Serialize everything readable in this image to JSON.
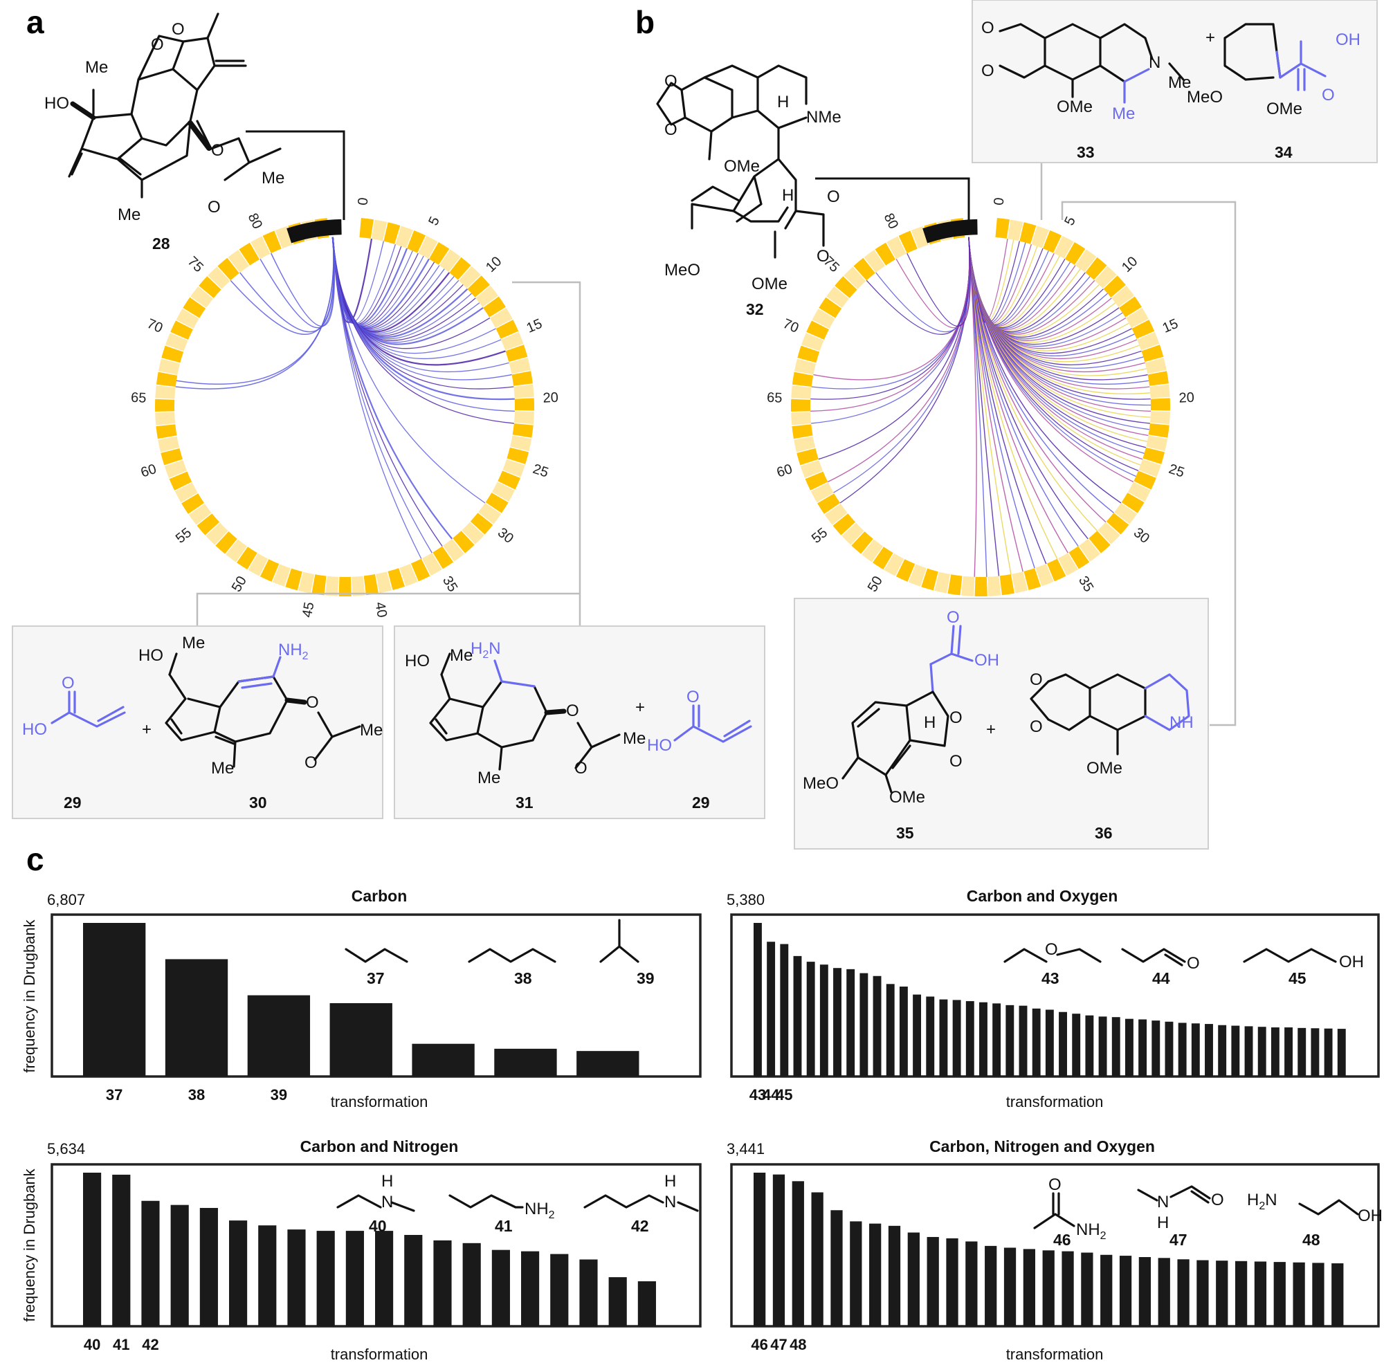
{
  "panels": {
    "a": "a",
    "b": "b",
    "c": "c"
  },
  "colors": {
    "gold": "#ffc200",
    "gold_light": "#ffe7a6",
    "purple": "#4b1fa8",
    "blue_purple": "#5b5be0",
    "magenta": "#b04aa0",
    "yellow_arc": "#e8d24a",
    "highlight": "#6b6bf0"
  },
  "circos": {
    "a": {
      "tick_labels": [
        "0",
        "5",
        "10",
        "15",
        "20",
        "25",
        "30",
        "35",
        "40",
        "45",
        "50",
        "55",
        "60",
        "65",
        "70",
        "75",
        "80"
      ]
    },
    "b": {
      "tick_labels": [
        "0",
        "5",
        "10",
        "15",
        "20",
        "25",
        "30",
        "35",
        "40",
        "45",
        "50",
        "55",
        "60",
        "65",
        "70",
        "75",
        "80"
      ]
    }
  },
  "molecules": {
    "m28": {
      "id": "28",
      "texts": {
        "ho": "HO",
        "me1": "Me",
        "o_ring": "O",
        "o_carbonyl": "O",
        "o_ester": "O",
        "o_acyl": "O",
        "me2": "Me",
        "me3": "Me"
      }
    },
    "m29a": {
      "id": "29",
      "texts": {
        "o": "O",
        "ho": "HO"
      }
    },
    "m30": {
      "id": "30",
      "texts": {
        "ho": "HO",
        "me1": "Me",
        "nh2": "NH",
        "nh2sub": "2",
        "o_ester": "O",
        "o_acyl": "O",
        "me2": "Me",
        "me3": "Me"
      },
      "plus": "+"
    },
    "m31": {
      "id": "31",
      "texts": {
        "ho": "HO",
        "me1": "Me",
        "h2n": "H",
        "h2nsub": "2",
        "h2nN": "N",
        "o_ester": "O",
        "o_acyl": "O",
        "me2": "Me",
        "me3": "Me"
      },
      "plus": "+"
    },
    "m29b": {
      "id": "29",
      "texts": {
        "o": "O",
        "ho": "HO"
      }
    },
    "m32": {
      "id": "32",
      "texts": {
        "o1": "O",
        "o2": "O",
        "ome1": "OMe",
        "nme": "NMe",
        "h1": "H",
        "h2": "H",
        "o_ring": "O",
        "o_carbonyl": "O",
        "meo": "MeO",
        "ome2": "OMe"
      }
    },
    "m33": {
      "id": "33",
      "texts": {
        "o1": "O",
        "o2": "O",
        "n": "N",
        "me": "Me",
        "ome": "OMe",
        "me_blue": "Me"
      },
      "plus": "+"
    },
    "m34": {
      "id": "34",
      "texts": {
        "oh": "OH",
        "o": "O",
        "meo": "MeO",
        "ome": "OMe"
      }
    },
    "m35": {
      "id": "35",
      "texts": {
        "o_acid": "O",
        "oh": "OH",
        "o_ring": "O",
        "h": "H",
        "o_carbonyl": "O",
        "meo": "MeO",
        "ome": "OMe"
      },
      "plus": "+"
    },
    "m36": {
      "id": "36",
      "texts": {
        "o1": "O",
        "o2": "O",
        "nh": "NH",
        "ome": "OMe"
      }
    }
  },
  "chart_data": [
    {
      "type": "bar",
      "title": "Carbon",
      "ymax_label": "6,807",
      "ylabel": "frequency in Drugbank",
      "xlabel": "transformation",
      "ylim": [
        0,
        6807
      ],
      "values": [
        6807,
        5200,
        3600,
        3250,
        1450,
        1230,
        1130
      ],
      "bar_labels": {
        "0": "37",
        "1": "38",
        "2": "39"
      },
      "structures": [
        {
          "id": "37"
        },
        {
          "id": "38"
        },
        {
          "id": "39"
        }
      ]
    },
    {
      "type": "bar",
      "title": "Carbon and Oxygen",
      "ymax_label": "5,380",
      "ylabel": "",
      "xlabel": "transformation",
      "ylim": [
        0,
        5380
      ],
      "values": [
        5380,
        4720,
        4640,
        4220,
        4020,
        3920,
        3800,
        3760,
        3620,
        3520,
        3240,
        3150,
        2870,
        2800,
        2700,
        2680,
        2640,
        2600,
        2560,
        2500,
        2480,
        2380,
        2340,
        2260,
        2200,
        2140,
        2100,
        2080,
        2020,
        2000,
        1960,
        1920,
        1880,
        1860,
        1840,
        1800,
        1780,
        1760,
        1740,
        1720,
        1720,
        1700,
        1690,
        1680,
        1670
      ],
      "bar_labels": {
        "0": "43",
        "1": "44",
        "2": "45"
      },
      "structures": [
        {
          "id": "43",
          "texts": {
            "o": "O"
          }
        },
        {
          "id": "44",
          "texts": {
            "o": "O"
          }
        },
        {
          "id": "45",
          "texts": {
            "oh": "OH"
          }
        }
      ]
    },
    {
      "type": "bar",
      "title": "Carbon and Nitrogen",
      "ymax_label": "5,634",
      "ylabel": "frequency in Drugbank",
      "xlabel": "transformation",
      "ylim": [
        0,
        5634
      ],
      "values": [
        5634,
        5560,
        4600,
        4450,
        4340,
        3880,
        3700,
        3550,
        3500,
        3500,
        3500,
        3350,
        3150,
        3050,
        2800,
        2750,
        2650,
        2450,
        1800,
        1650
      ],
      "bar_labels": {
        "0": "40",
        "1": "41",
        "2": "42"
      },
      "structures": [
        {
          "id": "40",
          "texts": {
            "h": "H",
            "n": "N"
          }
        },
        {
          "id": "41",
          "texts": {
            "nh": "NH",
            "sub": "2"
          }
        },
        {
          "id": "42",
          "texts": {
            "h": "H",
            "n": "N"
          }
        }
      ]
    },
    {
      "type": "bar",
      "title": "Carbon, Nitrogen and Oxygen",
      "ymax_label": "3,441",
      "ylabel": "",
      "xlabel": "transformation",
      "ylim": [
        0,
        3441
      ],
      "values": [
        3441,
        3400,
        3250,
        3000,
        2600,
        2350,
        2300,
        2250,
        2100,
        2000,
        1970,
        1900,
        1800,
        1760,
        1730,
        1700,
        1680,
        1650,
        1600,
        1580,
        1550,
        1530,
        1500,
        1480,
        1470,
        1460,
        1450,
        1440,
        1430,
        1420,
        1410
      ],
      "bar_labels": {
        "0": "46",
        "1": "47",
        "2": "48"
      },
      "structures": [
        {
          "id": "46",
          "texts": {
            "o": "O",
            "nh": "NH",
            "sub": "2"
          }
        },
        {
          "id": "47",
          "texts": {
            "n": "N",
            "h": "H",
            "o": "O"
          }
        },
        {
          "id": "48",
          "texts": {
            "h": "H",
            "sub": "2",
            "n": "N",
            "oh": "OH"
          }
        }
      ]
    }
  ]
}
